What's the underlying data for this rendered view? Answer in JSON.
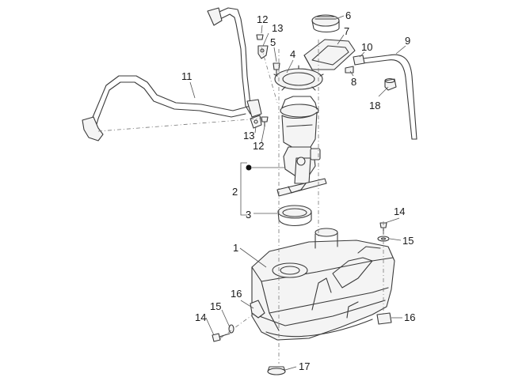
{
  "diagram": {
    "callouts": [
      {
        "id": "c1",
        "text": "1"
      },
      {
        "id": "c2",
        "text": "2"
      },
      {
        "id": "c3",
        "text": "3"
      },
      {
        "id": "c4",
        "text": "4"
      },
      {
        "id": "c5",
        "text": "5"
      },
      {
        "id": "c6",
        "text": "6"
      },
      {
        "id": "c7",
        "text": "7"
      },
      {
        "id": "c8",
        "text": "8"
      },
      {
        "id": "c9",
        "text": "9"
      },
      {
        "id": "c10",
        "text": "10"
      },
      {
        "id": "c11",
        "text": "11"
      },
      {
        "id": "c12a",
        "text": "12"
      },
      {
        "id": "c12b",
        "text": "12"
      },
      {
        "id": "c13a",
        "text": "13"
      },
      {
        "id": "c13b",
        "text": "13"
      },
      {
        "id": "c14a",
        "text": "14"
      },
      {
        "id": "c14b",
        "text": "14"
      },
      {
        "id": "c15a",
        "text": "15"
      },
      {
        "id": "c15b",
        "text": "15"
      },
      {
        "id": "c16a",
        "text": "16"
      },
      {
        "id": "c16b",
        "text": "16"
      },
      {
        "id": "c17",
        "text": "17"
      },
      {
        "id": "c18",
        "text": "18"
      }
    ]
  },
  "colors": {
    "line": "#3a3a3a",
    "background": "#ffffff"
  }
}
